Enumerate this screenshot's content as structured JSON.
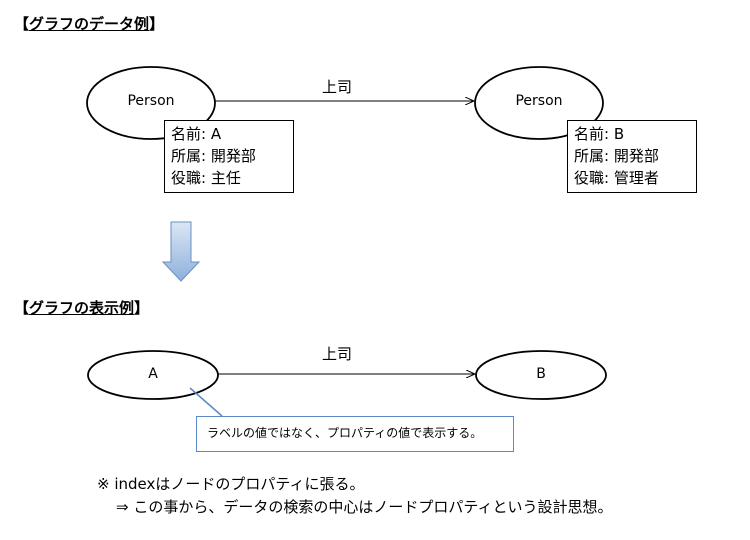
{
  "heading_data_example": "グラフのデータ例",
  "heading_display_example": "グラフの表示例",
  "data_example": {
    "source_node_label": "Person",
    "target_node_label": "Person",
    "edge_label": "上司",
    "source_props": [
      "名前: A",
      "所属: 開発部",
      "役職: 主任"
    ],
    "target_props": [
      "名前: B",
      "所属: 開発部",
      "役職: 管理者"
    ]
  },
  "display_example": {
    "source_node_label": "A",
    "target_node_label": "B",
    "edge_label": "上司",
    "callout_text": "ラベルの値ではなく、プロパティの値で表示する。"
  },
  "notes": {
    "line1": "※ indexはノードのプロパティに張る。",
    "line2": "⇒ この事から、データの検索の中心はノードプロパティという設計思想。"
  },
  "colors": {
    "arrow_fill_top": "#dbe6f5",
    "arrow_fill_bottom": "#8fb0dc",
    "arrow_stroke": "#6a8fc4",
    "callout_border": "#5b8ac6"
  }
}
